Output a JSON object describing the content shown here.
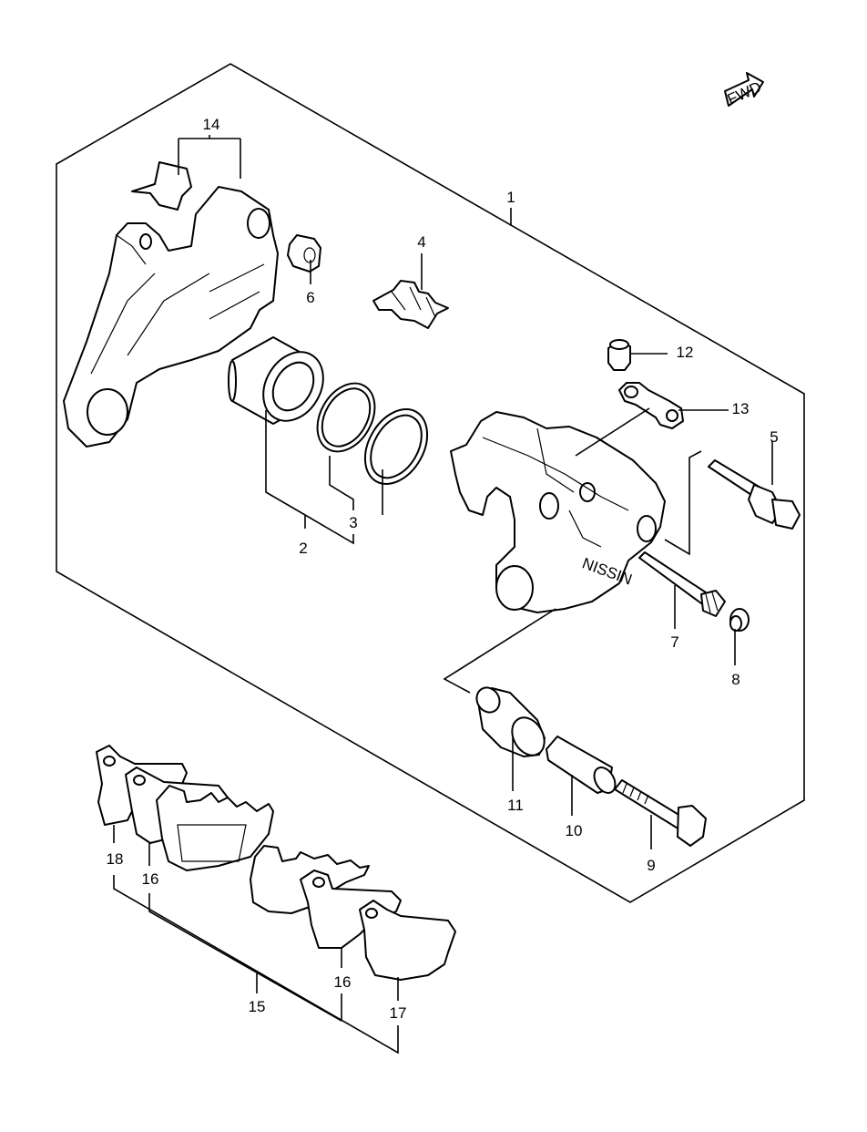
{
  "direction_badge": "FWD",
  "caliper_brand": "NISSIN",
  "callouts": [
    {
      "id": "1",
      "text": "1"
    },
    {
      "id": "2",
      "text": "2"
    },
    {
      "id": "3",
      "text": "3"
    },
    {
      "id": "4",
      "text": "4"
    },
    {
      "id": "5",
      "text": "5"
    },
    {
      "id": "6",
      "text": "6"
    },
    {
      "id": "7",
      "text": "7"
    },
    {
      "id": "8",
      "text": "8"
    },
    {
      "id": "9",
      "text": "9"
    },
    {
      "id": "10",
      "text": "10"
    },
    {
      "id": "11",
      "text": "11"
    },
    {
      "id": "12",
      "text": "12"
    },
    {
      "id": "13",
      "text": "13"
    },
    {
      "id": "14",
      "text": "14"
    },
    {
      "id": "15",
      "text": "15"
    },
    {
      "id": "16a",
      "text": "16"
    },
    {
      "id": "16b",
      "text": "16"
    },
    {
      "id": "17",
      "text": "17"
    },
    {
      "id": "18",
      "text": "18"
    }
  ]
}
